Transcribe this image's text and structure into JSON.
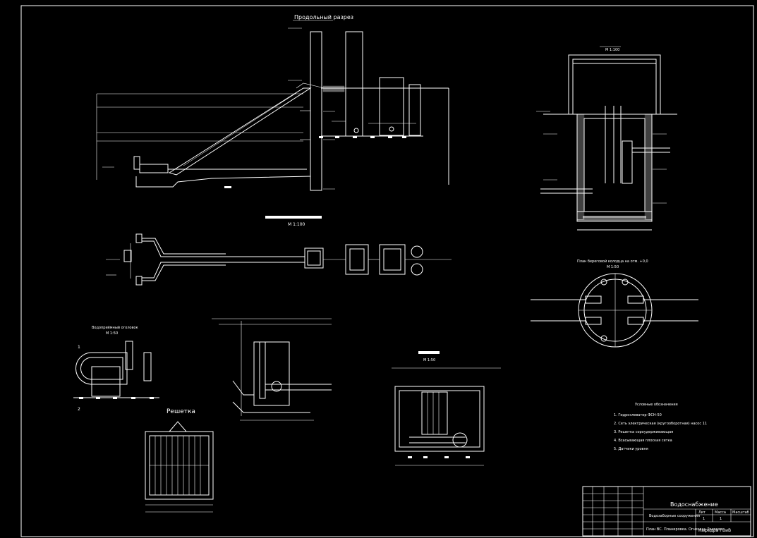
{
  "drawing": {
    "sheet_title_1": "Продольный разрез",
    "scale_1": "М 1:100",
    "scale_2": "М 1:100",
    "scale_3": "М 1:50",
    "scale_4": "М 1:50",
    "scale_5": "М 1:50",
    "plan_title": "План береговой колодца на отм. +0,0",
    "intake_head_title": "Водоприёмный оголовок",
    "grating_title": "Решетка",
    "section_mark_1": "1",
    "section_mark_2": "2",
    "legend": {
      "title": "Условные обозначения",
      "items": [
        "1. Гидроэлеватор ФСН-50",
        "2. Сеть электрическая (кругооборотная) насос  11",
        "3. Решетка сороудерживающая",
        "4. Всасывающая плоская сетка",
        "5. Датчики уровня"
      ]
    },
    "stamp": {
      "project": "Водоснабжение",
      "sheet_name": "Водозаборные сооружения",
      "sheet_desc": "План ВС. Планировка. Огнезащ. Разрезы.",
      "department": "Кафедра ГВиВ",
      "col_labels": [
        "Лит",
        "Масса",
        "Масштаб"
      ],
      "sheet_no": "1",
      "sheets_total": "1"
    }
  }
}
